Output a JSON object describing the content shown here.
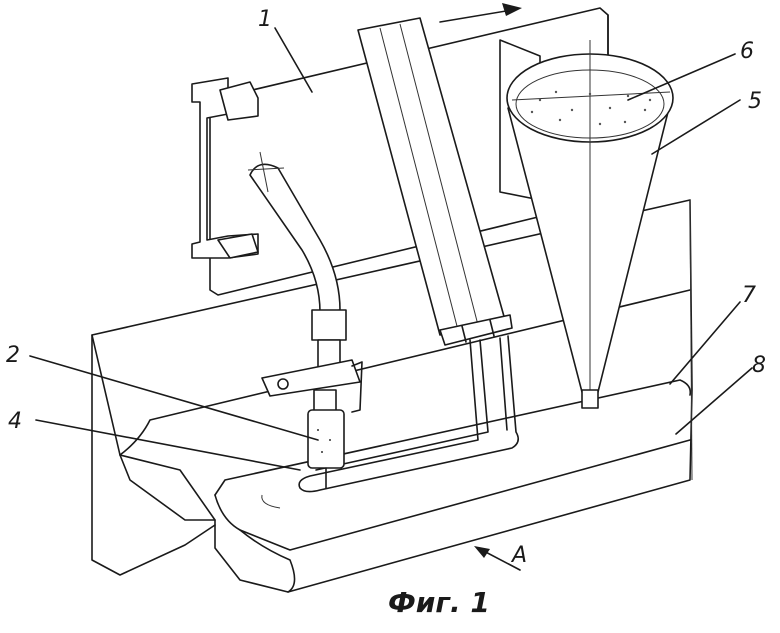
{
  "figure": {
    "caption": "Фиг. 1",
    "labels": {
      "l1": "1",
      "l2": "2",
      "l4": "4",
      "l5": "5",
      "l6": "6",
      "l7": "7",
      "l8": "8",
      "view": "A"
    }
  }
}
